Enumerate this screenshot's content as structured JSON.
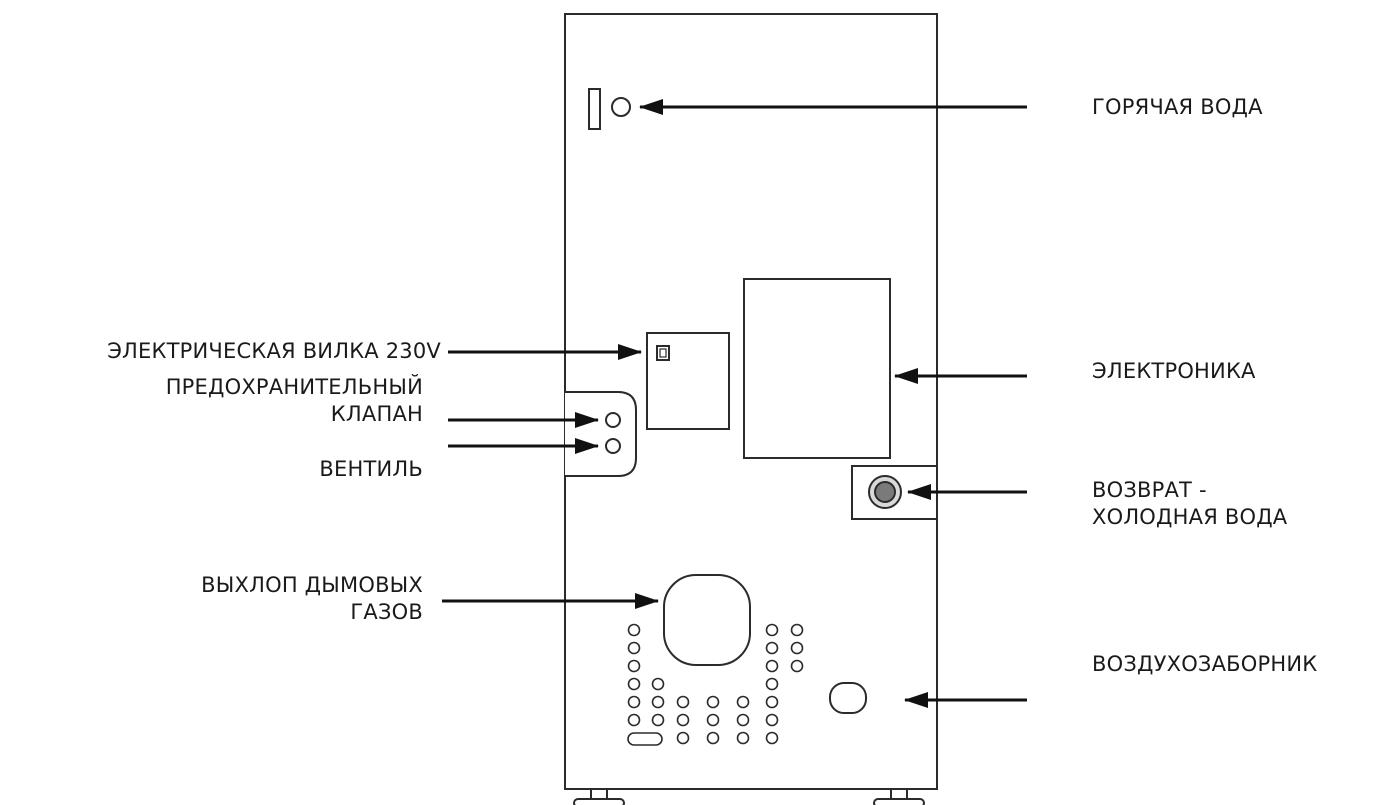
{
  "labels": {
    "hot_water": "ГОРЯЧАЯ ВОДА",
    "plug_230v": "ЭЛЕКТРИЧЕСКАЯ ВИЛКА 230V",
    "safety_valve_line1": "ПРЕДОХРАНИТЕЛЬНЫЙ",
    "safety_valve_line2": "КЛАПАН",
    "valve": "ВЕНТИЛЬ",
    "electronics": "ЭЛЕКТРОНИКА",
    "return_line1": "ВОЗВРАТ -",
    "return_line2": "ХОЛОДНАЯ ВОДА",
    "flue_line1": "ВЫХЛОП ДЫМОВЫХ",
    "flue_line2": "ГАЗОВ",
    "air_intake": "ВОЗДУХОЗАБОРНИК"
  },
  "colors": {
    "line": "#2b2b2b",
    "arrow": "#111111",
    "background": "#ffffff"
  }
}
